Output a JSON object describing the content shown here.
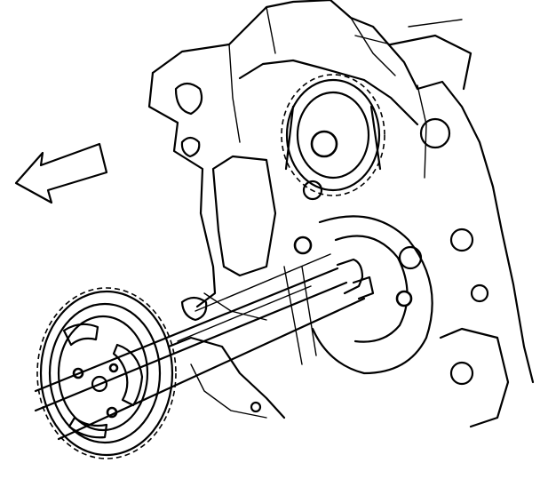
{
  "figure": {
    "line_color": "#000000",
    "background_color": "#ffffff",
    "arrow_direction": "left",
    "parts": [
      "engine-front-cover",
      "upper-gear",
      "lower-hub",
      "large-gear",
      "alignment-shafts",
      "direction-arrow"
    ]
  }
}
